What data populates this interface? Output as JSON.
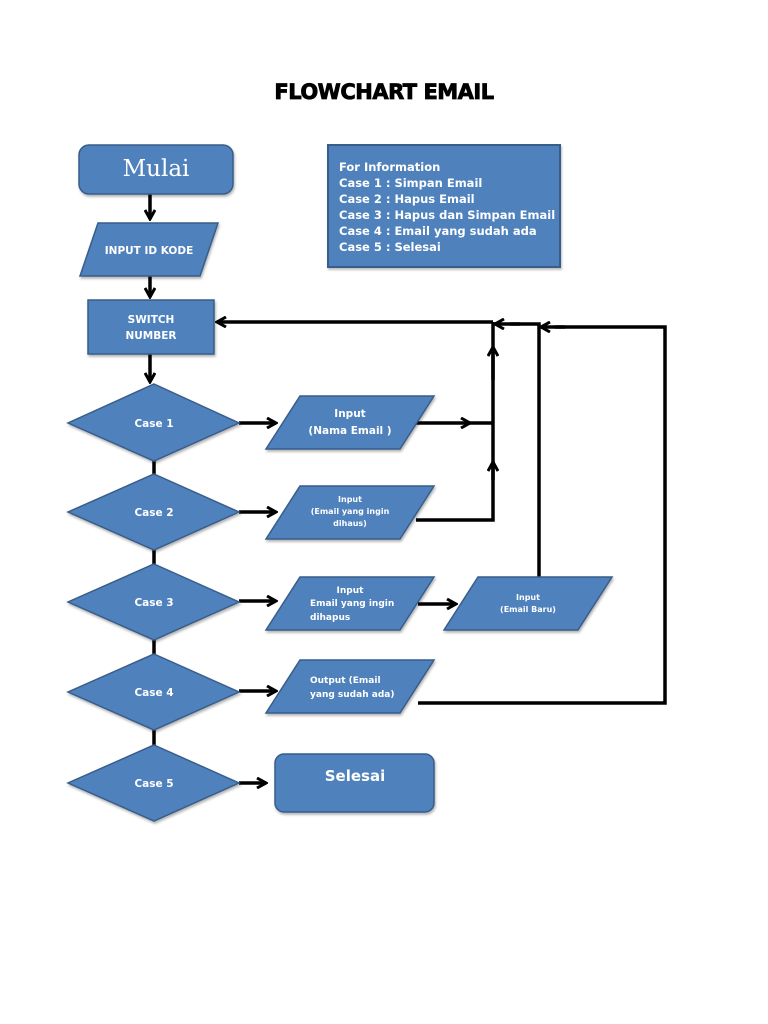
{
  "title": "FLOWCHART EMAIL",
  "colors": {
    "shape_fill": "#4f81bd",
    "shape_stroke": "#385d8a",
    "connector": "#000000",
    "text": "#ffffff"
  },
  "info_box": {
    "heading": "For Information",
    "lines": [
      "Case 1 : Simpan Email",
      "Case 2 : Hapus Email",
      "Case 3 : Hapus dan Simpan Email",
      "Case 4 : Email yang sudah ada",
      "Case 5 : Selesai"
    ]
  },
  "nodes": {
    "start": {
      "shape": "terminator",
      "label": "Mulai"
    },
    "input_id": {
      "shape": "parallelogram",
      "label": "INPUT ID KODE"
    },
    "switch": {
      "shape": "process",
      "lines": [
        "SWITCH",
        "NUMBER"
      ]
    },
    "case1": {
      "shape": "decision",
      "label": "Case 1"
    },
    "case2": {
      "shape": "decision",
      "label": "Case 2"
    },
    "case3": {
      "shape": "decision",
      "label": "Case 3"
    },
    "case4": {
      "shape": "decision",
      "label": "Case 4"
    },
    "case5": {
      "shape": "decision",
      "label": "Case 5"
    },
    "io_case1": {
      "shape": "parallelogram",
      "lines": [
        "Input",
        "(Nama Email )"
      ]
    },
    "io_case2": {
      "shape": "parallelogram",
      "lines": [
        "Input",
        "(Email yang ingin",
        "dihaus)"
      ]
    },
    "io_case3": {
      "shape": "parallelogram",
      "lines": [
        "Input",
        "Email yang ingin",
        "dihapus"
      ]
    },
    "io_case3_new": {
      "shape": "parallelogram",
      "lines": [
        "Input",
        "(Email Baru)"
      ]
    },
    "io_case4": {
      "shape": "parallelogram",
      "lines": [
        "Output (Email",
        "yang sudah ada)"
      ]
    },
    "end": {
      "shape": "terminator",
      "label": "Selesai"
    }
  },
  "edges": [
    {
      "from": "start",
      "to": "input_id"
    },
    {
      "from": "input_id",
      "to": "switch"
    },
    {
      "from": "switch",
      "to": "case1"
    },
    {
      "from": "case1",
      "to": "case2"
    },
    {
      "from": "case2",
      "to": "case3"
    },
    {
      "from": "case3",
      "to": "case4"
    },
    {
      "from": "case4",
      "to": "case5"
    },
    {
      "from": "case1",
      "to": "io_case1"
    },
    {
      "from": "case2",
      "to": "io_case2"
    },
    {
      "from": "case3",
      "to": "io_case3"
    },
    {
      "from": "case4",
      "to": "io_case4"
    },
    {
      "from": "case5",
      "to": "end"
    },
    {
      "from": "io_case3",
      "to": "io_case3_new"
    },
    {
      "from": "io_case1",
      "to": "switch"
    },
    {
      "from": "io_case2",
      "to": "switch"
    },
    {
      "from": "io_case3_new",
      "to": "switch"
    },
    {
      "from": "io_case4",
      "to": "switch"
    }
  ]
}
